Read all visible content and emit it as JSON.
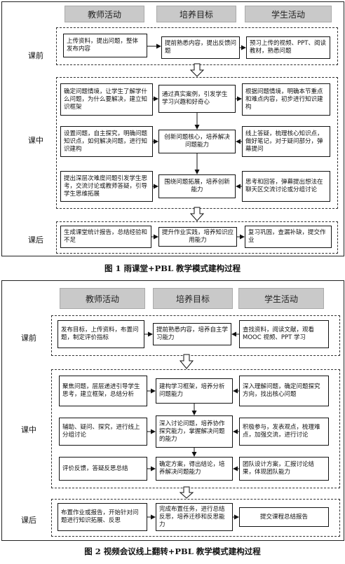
{
  "figure1": {
    "headers": [
      "教师活动",
      "培养目标",
      "学生活动"
    ],
    "phases": [
      "课前",
      "课中",
      "课后"
    ],
    "before": [
      "上传资料，提出问题，整体发布内容",
      "提前熟悉内容，提出反馈问题",
      "预习上传的视频、PPT、阅读教材，熟悉问题"
    ],
    "during": [
      [
        "确定问题情境，让学生了解学什么问题，为什么要解决，建立知识框架",
        "通过真实案例，引发学生学习兴趣和好奇心",
        "根据问题情境，明确本节重点和难点内容，初步进行知识建构"
      ],
      [
        "设置问题，自主探究，明确问题知识点，如何解决问题，进行知识建构",
        "创新问题核心，培养解决问题能力",
        "线上答疑，梳理核心知识点，做好笔记，对于疑问部分，弹幕提问"
      ],
      [
        "提出深层次难度问题引发学生思考，交流讨论或教师答疑，引导学生思维拓展",
        "围绕问题拓展，培养创新能力",
        "思考和回答，弹幕提出想法在聊天区交流讨论或分组讨论"
      ]
    ],
    "after": [
      "生成课堂统计报告，总结经验和不足",
      "提升作业实践，培养知识应用能力",
      "复习巩固，查漏补缺，提交作业"
    ],
    "caption": "图 1  雨课堂+PBL 教学模式建构过程"
  },
  "figure2": {
    "headers": [
      "教师活动",
      "培养目标",
      "学生活动"
    ],
    "phases": [
      "课前",
      "课中",
      "课后"
    ],
    "before": [
      "发布目标，上传资料，布置问题，制定评价指标",
      "提前熟悉内容，培养自主学习能力",
      "查找资料，阅读文献，观看 MOOC 视频、PPT 学习"
    ],
    "during": [
      [
        "聚焦问题，层层递进引导学生思考，建立框架，总结分析",
        "建构学习框架，培养分析问题能力",
        "深入理解问题，确定问题探究方向，找出核心问题"
      ],
      [
        "辅助、疑问、探究，进行线上分组讨论",
        "深入讨论问题，培养协作探究能力，掌握解决问题的能力",
        "积极参与，发表观点，梳理难点，加强交流，进行讨论"
      ],
      [
        "评价反馈，答疑反思总结",
        "确定方案，得出结论，培养解决问题能力",
        "团队设计方案，汇报讨论结果，体现团队能力"
      ]
    ],
    "after": [
      "布置作业或报告，开始针对问题进行知识拓展、反思",
      "完成布置任务，进行总结反思，培养迁移和反思能力",
      "提交课程总结报告"
    ],
    "caption": "图 2  视频会议线上翻转+PBL 教学模式建构过程"
  }
}
